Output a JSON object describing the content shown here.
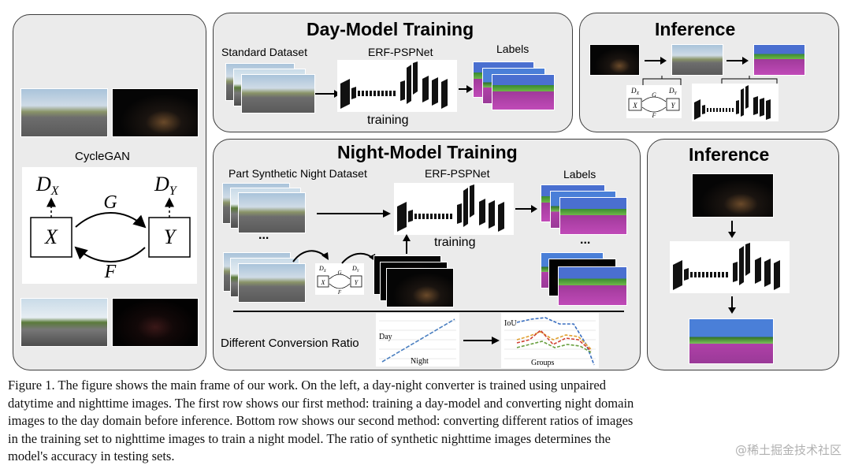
{
  "cyclegan": {
    "title": "CycleGAN",
    "dx": "D",
    "dx_sub": "X",
    "dy": "D",
    "dy_sub": "Y",
    "x": "X",
    "y": "Y",
    "g": "G",
    "f": "F"
  },
  "day_model": {
    "title": "Day-Model Training",
    "dataset_label": "Standard Dataset",
    "net_label": "ERF-PSPNet",
    "labels_label": "Labels",
    "training_label": "training"
  },
  "inference_top": {
    "title": "Inference",
    "mini_dx": "D",
    "mini_dx_sub": "X",
    "mini_dy": "D",
    "mini_dy_sub": "Y",
    "mini_x": "X",
    "mini_y": "Y",
    "mini_g": "G",
    "mini_f": "F"
  },
  "night_model": {
    "title": "Night-Model Training",
    "dataset_label": "Part Synthetic Night Dataset",
    "net_label": "ERF-PSPNet",
    "labels_label": "Labels",
    "training_label": "training",
    "ellipsis_left": "...",
    "ellipsis_right": "...",
    "conversion_label": "Different Conversion Ratio",
    "ratio_chart": {
      "y_label": "Day",
      "x_label": "Night"
    },
    "iou_chart": {
      "y_label": "IoU",
      "x_label": "Groups"
    },
    "mini_dx": "D",
    "mini_dx_sub": "X",
    "mini_dy": "D",
    "mini_dy_sub": "Y",
    "mini_x": "X",
    "mini_y": "Y",
    "mini_g": "G",
    "mini_f": "F"
  },
  "inference_bottom": {
    "title": "Inference"
  },
  "caption": {
    "lines": [
      "Figure 1.   The figure shows the main frame of our work. On the left, a day-night converter is trained using unpaired",
      "datytime and nighttime images. The first row shows our first method: training a day-model and converting night domain",
      "images to the day domain before inference. Bottom row shows our second method: converting different ratios of images",
      "in the training set to nighttime images to train a night model. The ratio of synthetic nighttime images determines the",
      "model's accuracy in testing sets."
    ]
  },
  "watermark": "@稀土掘金技术社区"
}
